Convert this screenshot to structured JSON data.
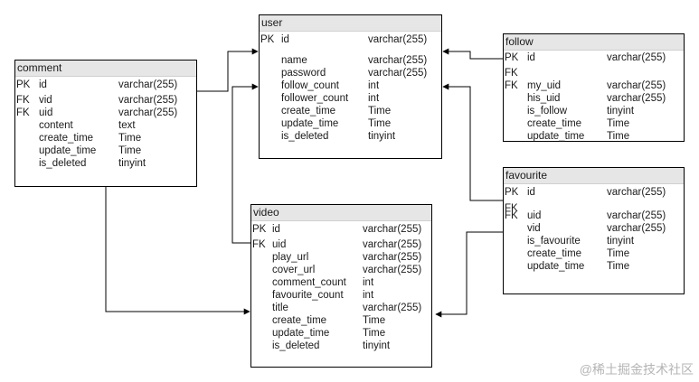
{
  "entities": {
    "user": {
      "name": "user",
      "rows": [
        {
          "key": "PK",
          "field": "id",
          "type": "varchar(255)"
        },
        {
          "key": "",
          "field": "name",
          "type": "varchar(255)"
        },
        {
          "key": "",
          "field": "password",
          "type": "varchar(255)"
        },
        {
          "key": "",
          "field": "follow_count",
          "type": "int"
        },
        {
          "key": "",
          "field": "follower_count",
          "type": "int"
        },
        {
          "key": "",
          "field": "create_time",
          "type": "Time"
        },
        {
          "key": "",
          "field": "update_time",
          "type": "Time"
        },
        {
          "key": "",
          "field": "is_deleted",
          "type": "tinyint"
        }
      ]
    },
    "comment": {
      "name": "comment",
      "rows": [
        {
          "key": "PK",
          "field": "id",
          "type": "varchar(255)"
        },
        {
          "key": "FK",
          "field": "vid",
          "type": "varchar(255)"
        },
        {
          "key": "FK",
          "field": "uid",
          "type": "varchar(255)"
        },
        {
          "key": "",
          "field": "content",
          "type": "text"
        },
        {
          "key": "",
          "field": "create_time",
          "type": "Time"
        },
        {
          "key": "",
          "field": "update_time",
          "type": "Time"
        },
        {
          "key": "",
          "field": "is_deleted",
          "type": "tinyint"
        }
      ]
    },
    "follow": {
      "name": "follow",
      "rows": [
        {
          "key": "PK",
          "field": "id",
          "type": "varchar(255)"
        },
        {
          "key": "FK",
          "field": "",
          "type": ""
        },
        {
          "key": "FK",
          "field": "my_uid",
          "type": "varchar(255)"
        },
        {
          "key": "",
          "field": "his_uid",
          "type": "varchar(255)"
        },
        {
          "key": "",
          "field": "is_follow",
          "type": "tinyint"
        },
        {
          "key": "",
          "field": "create_time",
          "type": "Time"
        },
        {
          "key": "",
          "field": "update_time",
          "type": "Time"
        }
      ]
    },
    "favourite": {
      "name": "favourite",
      "rows": [
        {
          "key": "PK",
          "field": "id",
          "type": "varchar(255)"
        },
        {
          "key": "FK",
          "field": "",
          "type": ""
        },
        {
          "key": "FK",
          "field": "uid",
          "type": "varchar(255)"
        },
        {
          "key": "",
          "field": "vid",
          "type": "varchar(255)"
        },
        {
          "key": "",
          "field": "is_favourite",
          "type": "tinyint"
        },
        {
          "key": "",
          "field": "create_time",
          "type": "Time"
        },
        {
          "key": "",
          "field": "update_time",
          "type": "Time"
        }
      ]
    },
    "video": {
      "name": "video",
      "rows": [
        {
          "key": "PK",
          "field": "id",
          "type": "varchar(255)"
        },
        {
          "key": "FK",
          "field": "uid",
          "type": "varchar(255)"
        },
        {
          "key": "",
          "field": "play_url",
          "type": "varchar(255)"
        },
        {
          "key": "",
          "field": "cover_url",
          "type": "varchar(255)"
        },
        {
          "key": "",
          "field": "comment_count",
          "type": "int"
        },
        {
          "key": "",
          "field": "favourite_count",
          "type": "int"
        },
        {
          "key": "",
          "field": "title",
          "type": "varchar(255)"
        },
        {
          "key": "",
          "field": "create_time",
          "type": "Time"
        },
        {
          "key": "",
          "field": "update_time",
          "type": "Time"
        },
        {
          "key": "",
          "field": "is_deleted",
          "type": "tinyint"
        }
      ]
    }
  },
  "watermark": "@稀土掘金技术社区",
  "colors": {
    "line": "#000000",
    "header": "#e6e6e6"
  }
}
